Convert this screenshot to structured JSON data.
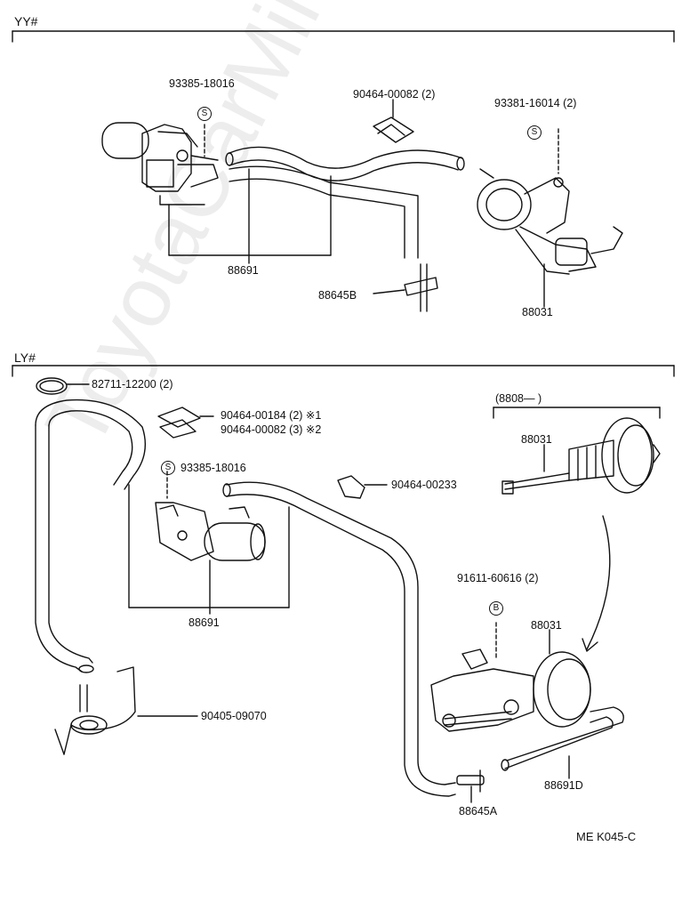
{
  "sections": {
    "top": "YY#",
    "bottom": "LY#"
  },
  "labels": {
    "l1": "93385-18016",
    "l2": "90464-00082 (2)",
    "l3": "93381-16014 (2)",
    "l4": "88691",
    "l5": "88645B",
    "l6": "88031",
    "l7": "82711-12200 (2)",
    "l8": "90464-00184 (2) ※1",
    "l9": "90464-00082 (3) ※2",
    "l10": "93385-18016",
    "l11": "90464-00233",
    "l12": "88691",
    "l13": "(8808—    )",
    "l14": "88031",
    "l15": "91611-60616 (2)",
    "l16": "88031",
    "l17": "90405-09070",
    "l18": "88645A",
    "l19": "88691D"
  },
  "markers": {
    "s1": "S",
    "s2": "S",
    "s3": "S",
    "b1": "B"
  },
  "code": "ME  K045-C",
  "watermark": "ToyotaCarMini.ru"
}
